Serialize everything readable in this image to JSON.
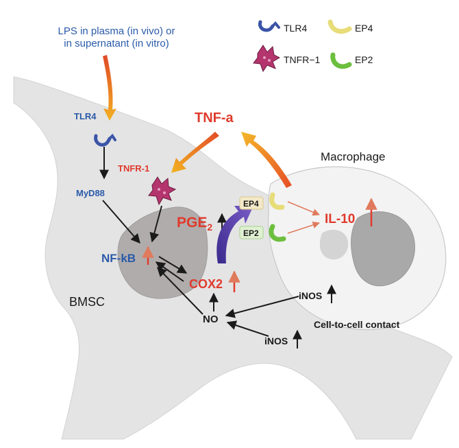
{
  "colors": {
    "blue": "#2a5aa8",
    "red": "#e03a2c",
    "dark": "#1a1a1a",
    "tlr4": "#3b54a8",
    "tnfr": "#b4356e",
    "ep4": "#e7dc78",
    "ep2": "#6cbf3e"
  },
  "legend": {
    "tlr4": "TLR4",
    "ep4": "EP4",
    "tnfr1": "TNFR−1",
    "ep2": "EP2"
  },
  "labels": {
    "lps_line1": "LPS in plasma (in vivo) or",
    "lps_line2": "in supernatant (in vitro)",
    "tlr4": "TLR4",
    "myd88": "MyD88",
    "tnfr1": "TNFR-1",
    "tnfa": "TNF-a",
    "macrophage": "Macrophage",
    "pge2": "PGE",
    "pge2_sub": "2",
    "ep4": "EP4",
    "ep2": "EP2",
    "il10": "IL-10",
    "nfkb": "NF-kB",
    "cox2": "COX2",
    "bmsc": "BMSC",
    "inos_top": "iNOS",
    "inos_bottom": "iNOS",
    "no": "NO",
    "contact": "Cell-to-cell contact"
  }
}
